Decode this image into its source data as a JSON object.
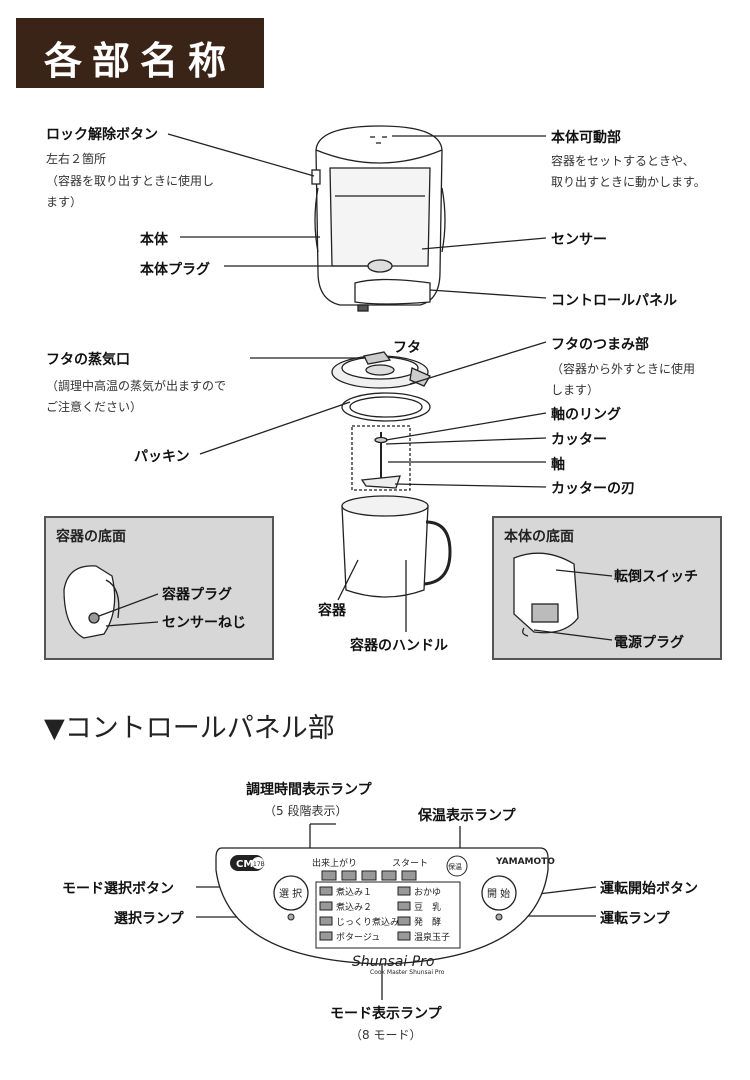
{
  "header": {
    "title": "各部名称"
  },
  "labels": {
    "lock_button": "ロック解除ボタン",
    "lock_sub1": "左右２箇所",
    "lock_sub2": "（容器を取り出すときに使用し",
    "lock_sub3": "ます）",
    "body": "本体",
    "body_plug": "本体プラグ",
    "movable": "本体可動部",
    "movable_sub1": "容器をセットするときや、",
    "movable_sub2": "取り出すときに動かします。",
    "sensor": "センサー",
    "control_panel": "コントロールパネル",
    "lid": "フタ",
    "lid_knob": "フタのつまみ部",
    "lid_knob_sub1": "（容器から外すときに使用",
    "lid_knob_sub2": "します）",
    "steam": "フタの蒸気口",
    "steam_sub1": "（調理中高温の蒸気が出ますので",
    "steam_sub2": "ご注意ください）",
    "shaft_ring": "軸のリング",
    "cutter": "カッター",
    "packing": "パッキン",
    "shaft": "軸",
    "cutter_blade": "カッターの刃",
    "container": "容器",
    "container_handle": "容器のハンドル"
  },
  "box_left": {
    "title": "容器の底面",
    "plug": "容器プラグ",
    "screw": "センサーねじ"
  },
  "box_right": {
    "title": "本体の底面",
    "switch": "転倒スイッチ",
    "power_plug": "電源プラグ"
  },
  "section2": {
    "title": "▼コントロールパネル部"
  },
  "panel_labels": {
    "time_lamp": "調理時間表示ランプ",
    "time_lamp_sub": "（5 段階表示）",
    "warm_lamp": "保温表示ランプ",
    "mode_btn": "モード選択ボタン",
    "select_lamp": "選択ランプ",
    "start_btn": "運転開始ボタン",
    "run_lamp": "運転ランプ",
    "mode_lamp": "モード表示ランプ",
    "mode_lamp_sub": "（8 モード）"
  },
  "panel": {
    "model_cm": "CM",
    "model_num": "17B",
    "done": "出来上がり",
    "start": "スタート",
    "warm": "保温",
    "brand": "YAMAMOTO",
    "select": "選 択",
    "begin": "開 始",
    "modes_left": [
      "煮込み１",
      "煮込み２",
      "じっくり煮込み",
      "ポタージュ"
    ],
    "modes_right": [
      "おかゆ",
      "豆　乳",
      "発　酵",
      "温泉玉子"
    ],
    "logo": "Shunsai Pro",
    "logo_sub": "Cook Master Shunsai Pro"
  }
}
